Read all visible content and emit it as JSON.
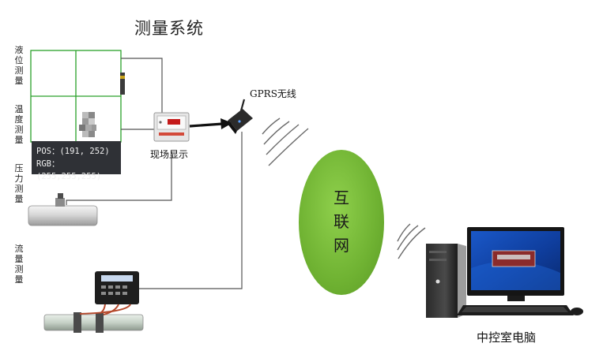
{
  "title": "测量系统",
  "side_labels": {
    "level": "液位测量",
    "temperature": "温度测量",
    "pressure": "压力测量",
    "flow": "流量测量"
  },
  "labels": {
    "display": "现场显示",
    "gprs": "GPRS无线",
    "computer": "中控室电脑"
  },
  "internet": [
    "互",
    "联",
    "网"
  ],
  "tooltip": {
    "pos": "POS：(191, 252)",
    "rgb": "RGB：(255,255,255)"
  },
  "colors": {
    "grid": "#2aa02a",
    "internet": "#7cc13c",
    "tooltip_bg": "#2f3136"
  }
}
